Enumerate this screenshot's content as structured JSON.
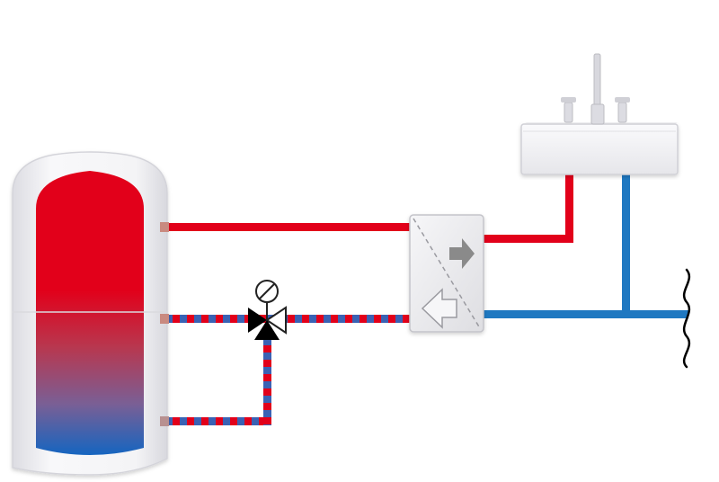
{
  "diagram": {
    "components": {
      "storage_tank": {
        "kind": "hot-water-storage-tank"
      },
      "mixing_valve": {
        "kind": "three-way-mixing-valve"
      },
      "heat_exchanger": {
        "kind": "fresh-water-station-heat-exchanger"
      },
      "sink": {
        "kind": "washbasin-with-tap"
      },
      "cold_supply": {
        "kind": "cold-water-mains-break-symbol"
      }
    },
    "colors": {
      "hot": "#e2001a",
      "cold": "#1f78c1",
      "mixed_a": "#e2001a",
      "mixed_b": "#3a62b4",
      "arrow": "#8a8a8a",
      "tank_shell": "#f4f4f6",
      "hx_body": "#ececee"
    }
  }
}
